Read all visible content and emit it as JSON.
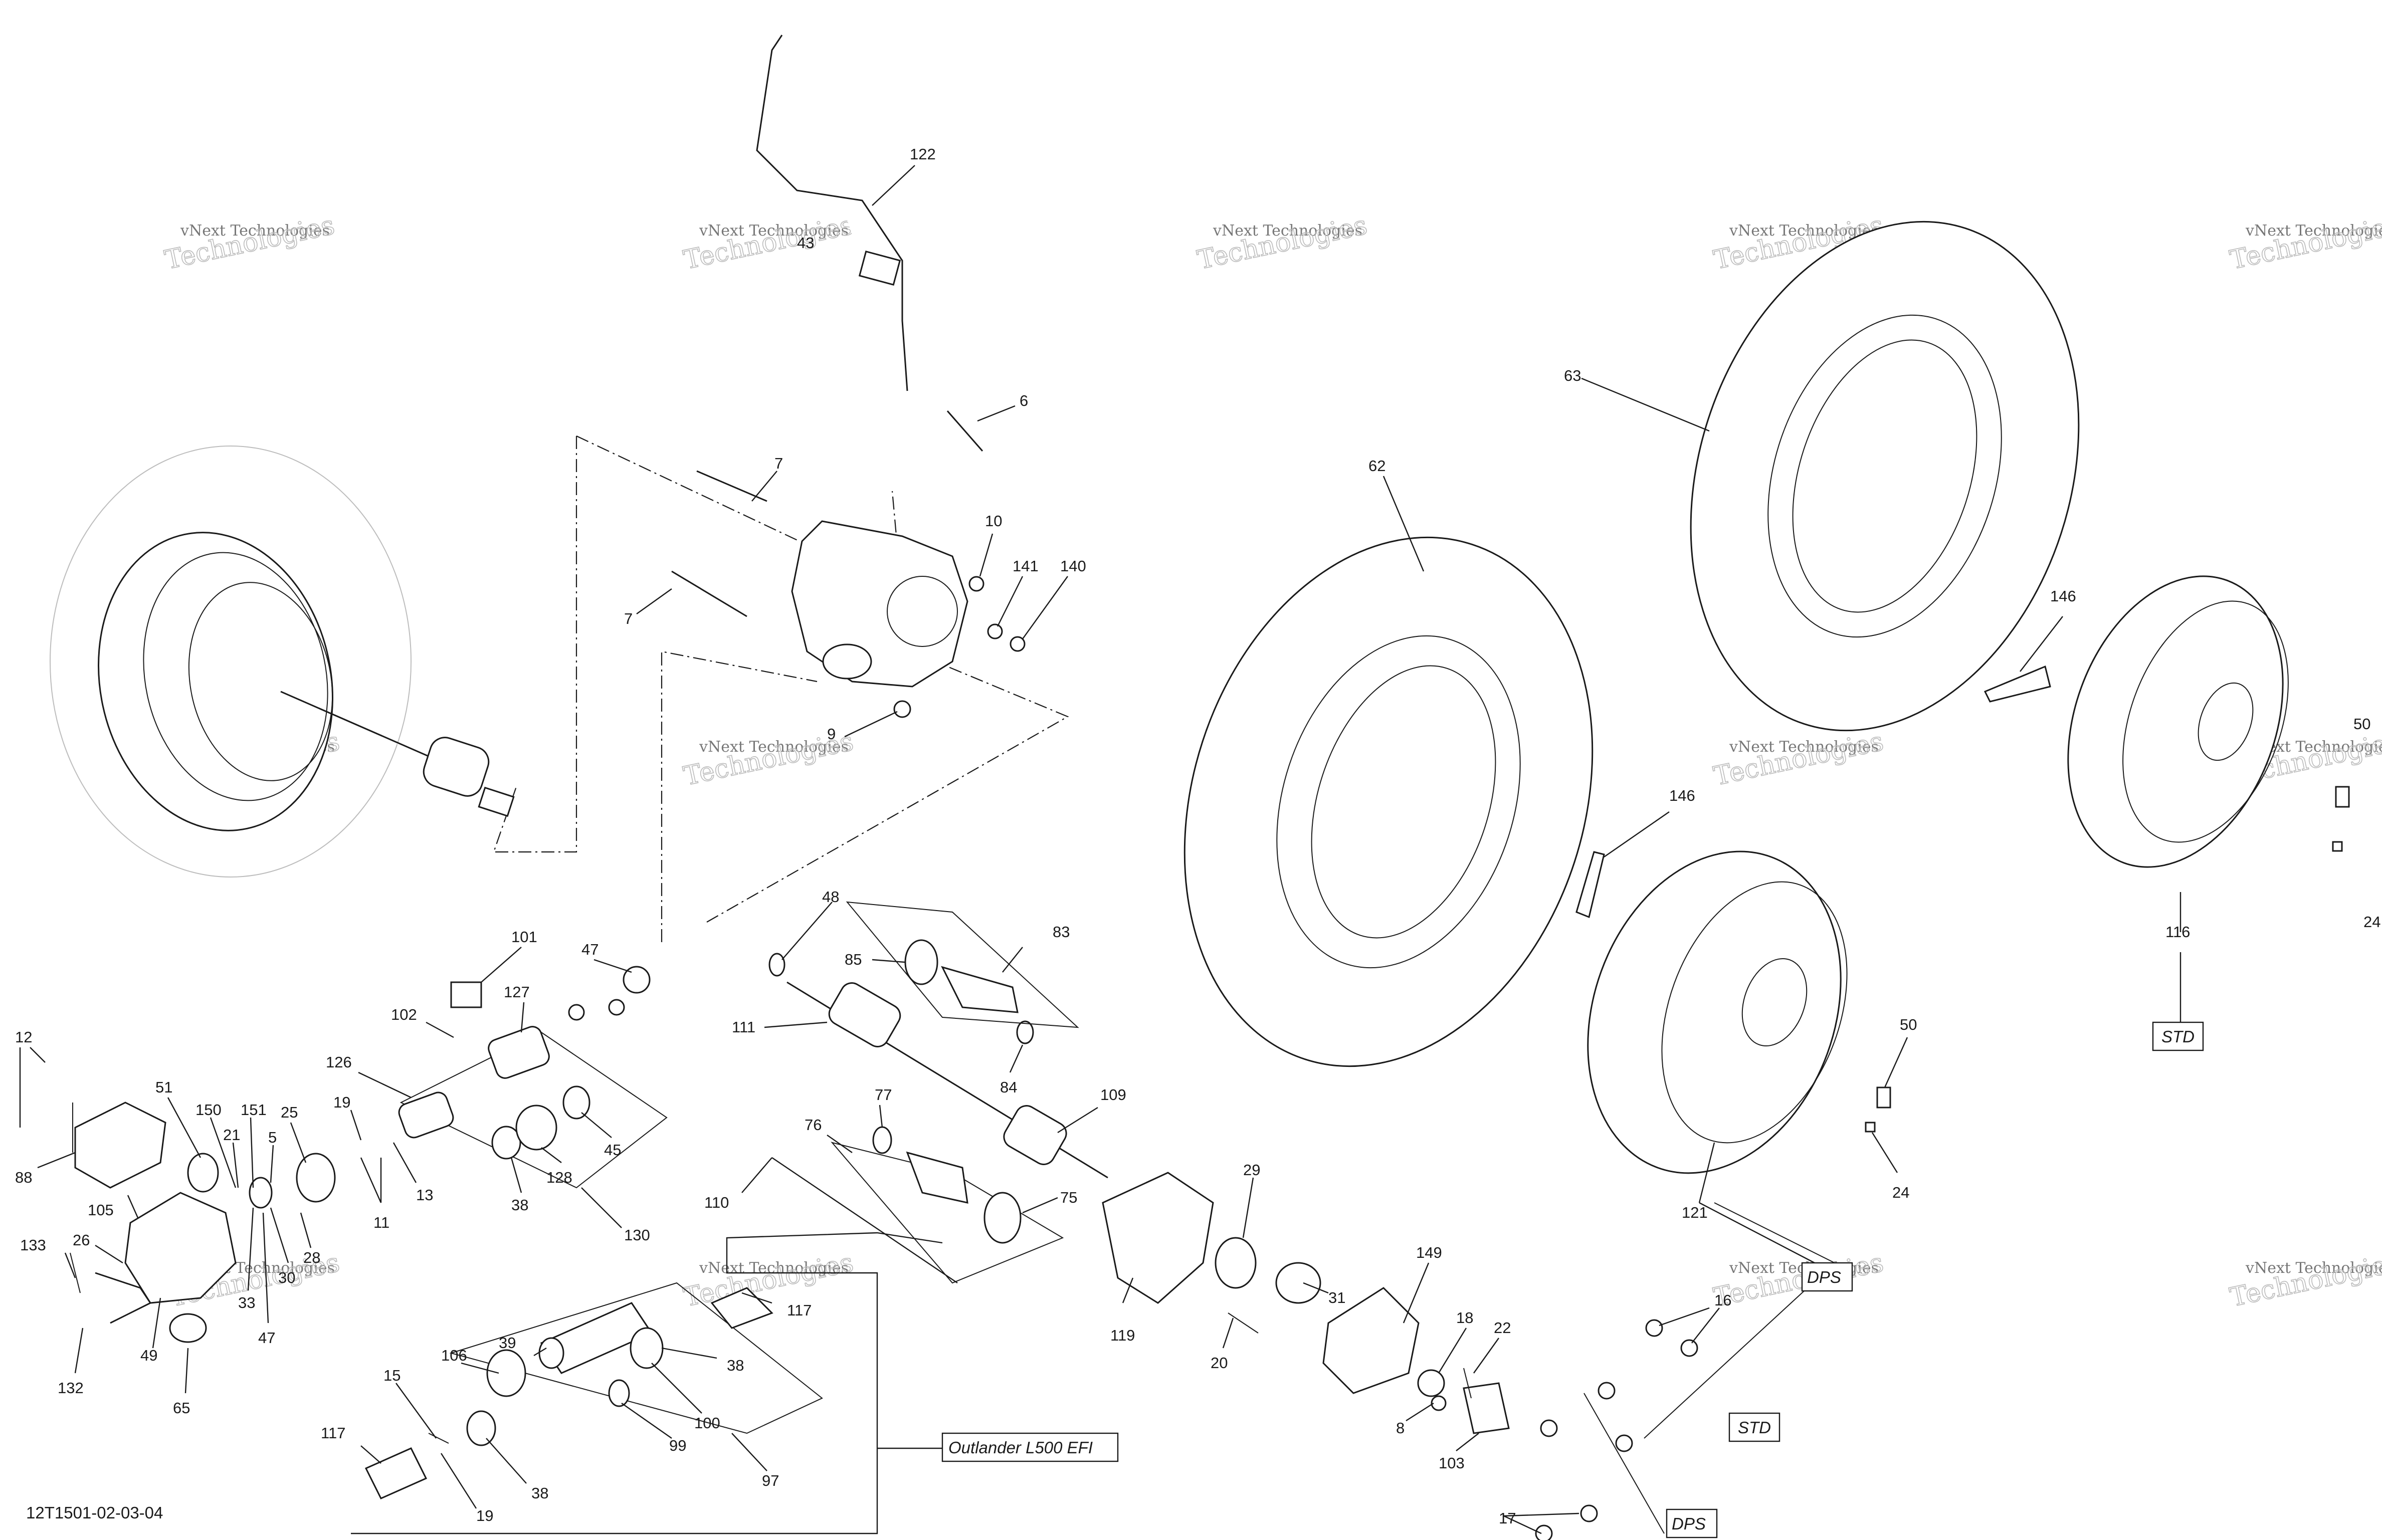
{
  "diagram_code": "12T1501-02-03-04",
  "watermark": {
    "line1": "vNext Technologies",
    "line2": "Technologies",
    "line3": "vNext"
  },
  "boxes": {
    "outlander": "Outlander L500 EFI",
    "std_wheel": "STD",
    "std_nuts": "STD",
    "dps_wheel": "DPS",
    "dps_nuts": "DPS"
  },
  "callouts": {
    "c122": "122",
    "c43": "43",
    "c6": "6",
    "c7a": "7",
    "c7b": "7",
    "c10": "10",
    "c141": "141",
    "c140": "140",
    "c9": "9",
    "c63": "63",
    "c62": "62",
    "c146a": "146",
    "c146b": "146",
    "c50a": "50",
    "c50b": "50",
    "c24a": "24",
    "c24b": "24",
    "c116": "116",
    "c121": "121",
    "c48": "48",
    "c85": "85",
    "c83": "83",
    "c111": "111",
    "c84": "84",
    "c101": "101",
    "c47a": "47",
    "c127": "127",
    "c102": "102",
    "c126": "126",
    "c12": "12",
    "c88": "88",
    "c51": "51",
    "c150": "150",
    "c151": "151",
    "c21": "21",
    "c5": "5",
    "c25": "25",
    "c19a": "19",
    "c11": "11",
    "c13": "13",
    "c38a": "38",
    "c128": "128",
    "c45": "45",
    "c130": "130",
    "c105": "105",
    "c133": "133",
    "c26": "26",
    "c30": "30",
    "c28": "28",
    "c33": "33",
    "c47b": "47",
    "c49": "49",
    "c132": "132",
    "c65": "65",
    "c77": "77",
    "c76": "76",
    "c109": "109",
    "c75": "75",
    "c110": "110",
    "c119": "119",
    "c29": "29",
    "c31": "31",
    "c20": "20",
    "c149": "149",
    "c18": "18",
    "c22": "22",
    "c8": "8",
    "c103": "103",
    "c117a": "117",
    "c39": "39",
    "c106": "106",
    "c38b": "38",
    "c100": "100",
    "c99": "99",
    "c97": "97",
    "c15": "15",
    "c117b": "117",
    "c38c": "38",
    "c19b": "19",
    "c16": "16",
    "c17": "17"
  }
}
